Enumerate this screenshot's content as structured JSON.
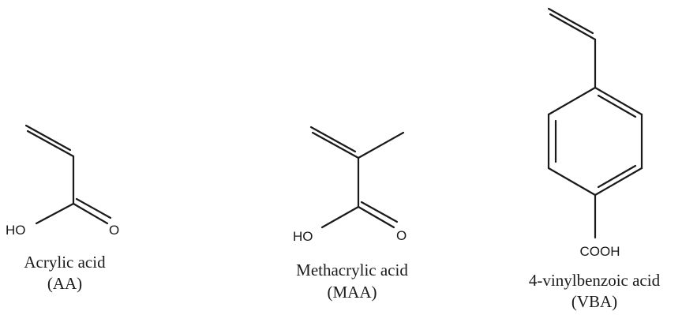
{
  "molecules": [
    {
      "name": "Acrylic acid",
      "abbr": "(AA)",
      "atoms": {
        "hydroxyl": "HO",
        "carbonyl": "O"
      }
    },
    {
      "name": "Methacrylic acid",
      "abbr": "(MAA)",
      "atoms": {
        "hydroxyl": "HO",
        "carbonyl": "O"
      }
    },
    {
      "name": "4-vinylbenzoic acid",
      "abbr": "(VBA)",
      "atoms": {
        "carboxyl": "COOH"
      }
    }
  ]
}
